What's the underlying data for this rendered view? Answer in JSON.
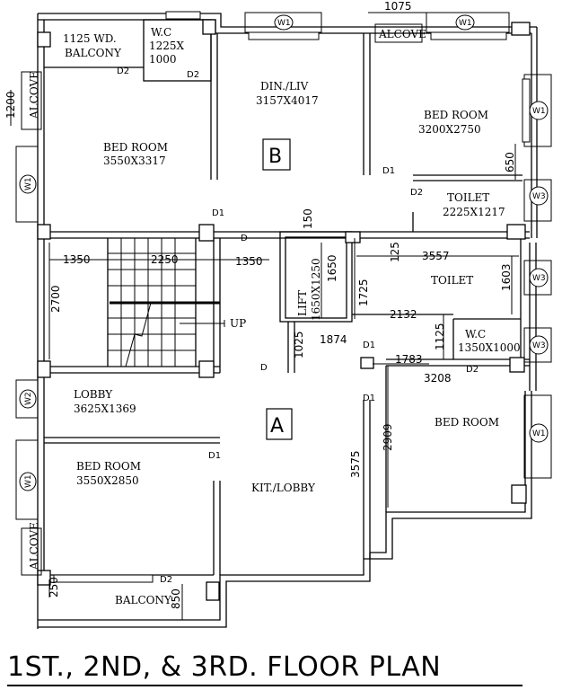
{
  "title": "1ST., 2ND, & 3RD. FLOOR PLAN",
  "blocks": {
    "a": "A",
    "b": "B"
  },
  "rooms": {
    "balcony_top": [
      "1125 WD.",
      "BALCONY"
    ],
    "wc_top": [
      "W.C",
      "1225X",
      "1000"
    ],
    "bed_top_left": [
      "BED ROOM",
      "3550X3317"
    ],
    "din_liv": [
      "DIN./LIV",
      "3157X4017"
    ],
    "bed_top_right": [
      "BED ROOM",
      "3200X2750"
    ],
    "toilet_top": [
      "TOILET",
      "2225X1217"
    ],
    "lift": [
      "LIFT",
      "1650X1250"
    ],
    "toilet_mid": "TOILET",
    "wc_mid": [
      "W.C",
      "1350X1000"
    ],
    "lobby": [
      "LOBBY",
      "3625X1369"
    ],
    "bed_bottom_left": [
      "BED ROOM",
      "3550X2850"
    ],
    "kit_lobby": "KIT./LOBBY",
    "bed_bottom_right": "BED ROOM",
    "balcony_bottom": "BALCONY"
  },
  "windows": {
    "w1": "W1",
    "w2": "W2",
    "w3": "W3"
  },
  "alcove": "ALCOVE",
  "doors": {
    "d": "D",
    "d1": "D1",
    "d2": "D2"
  },
  "stair_up": "UP",
  "dims": {
    "d1075": "1075",
    "d1200": "1200",
    "d650": "650",
    "d150": "150",
    "d125": "125",
    "d1350a": "1350",
    "d2250": "2250",
    "d1350b": "1350",
    "d3557": "3557",
    "d1650": "1650",
    "d1725": "1725",
    "d1603": "1603",
    "d2700": "2700",
    "d2132": "2132",
    "d1125": "1125",
    "d1874": "1874",
    "d1025": "1025",
    "d1783": "1783",
    "d3208": "3208",
    "d2909": "2909",
    "d3575": "3575",
    "d250": "250",
    "d850": "850"
  }
}
